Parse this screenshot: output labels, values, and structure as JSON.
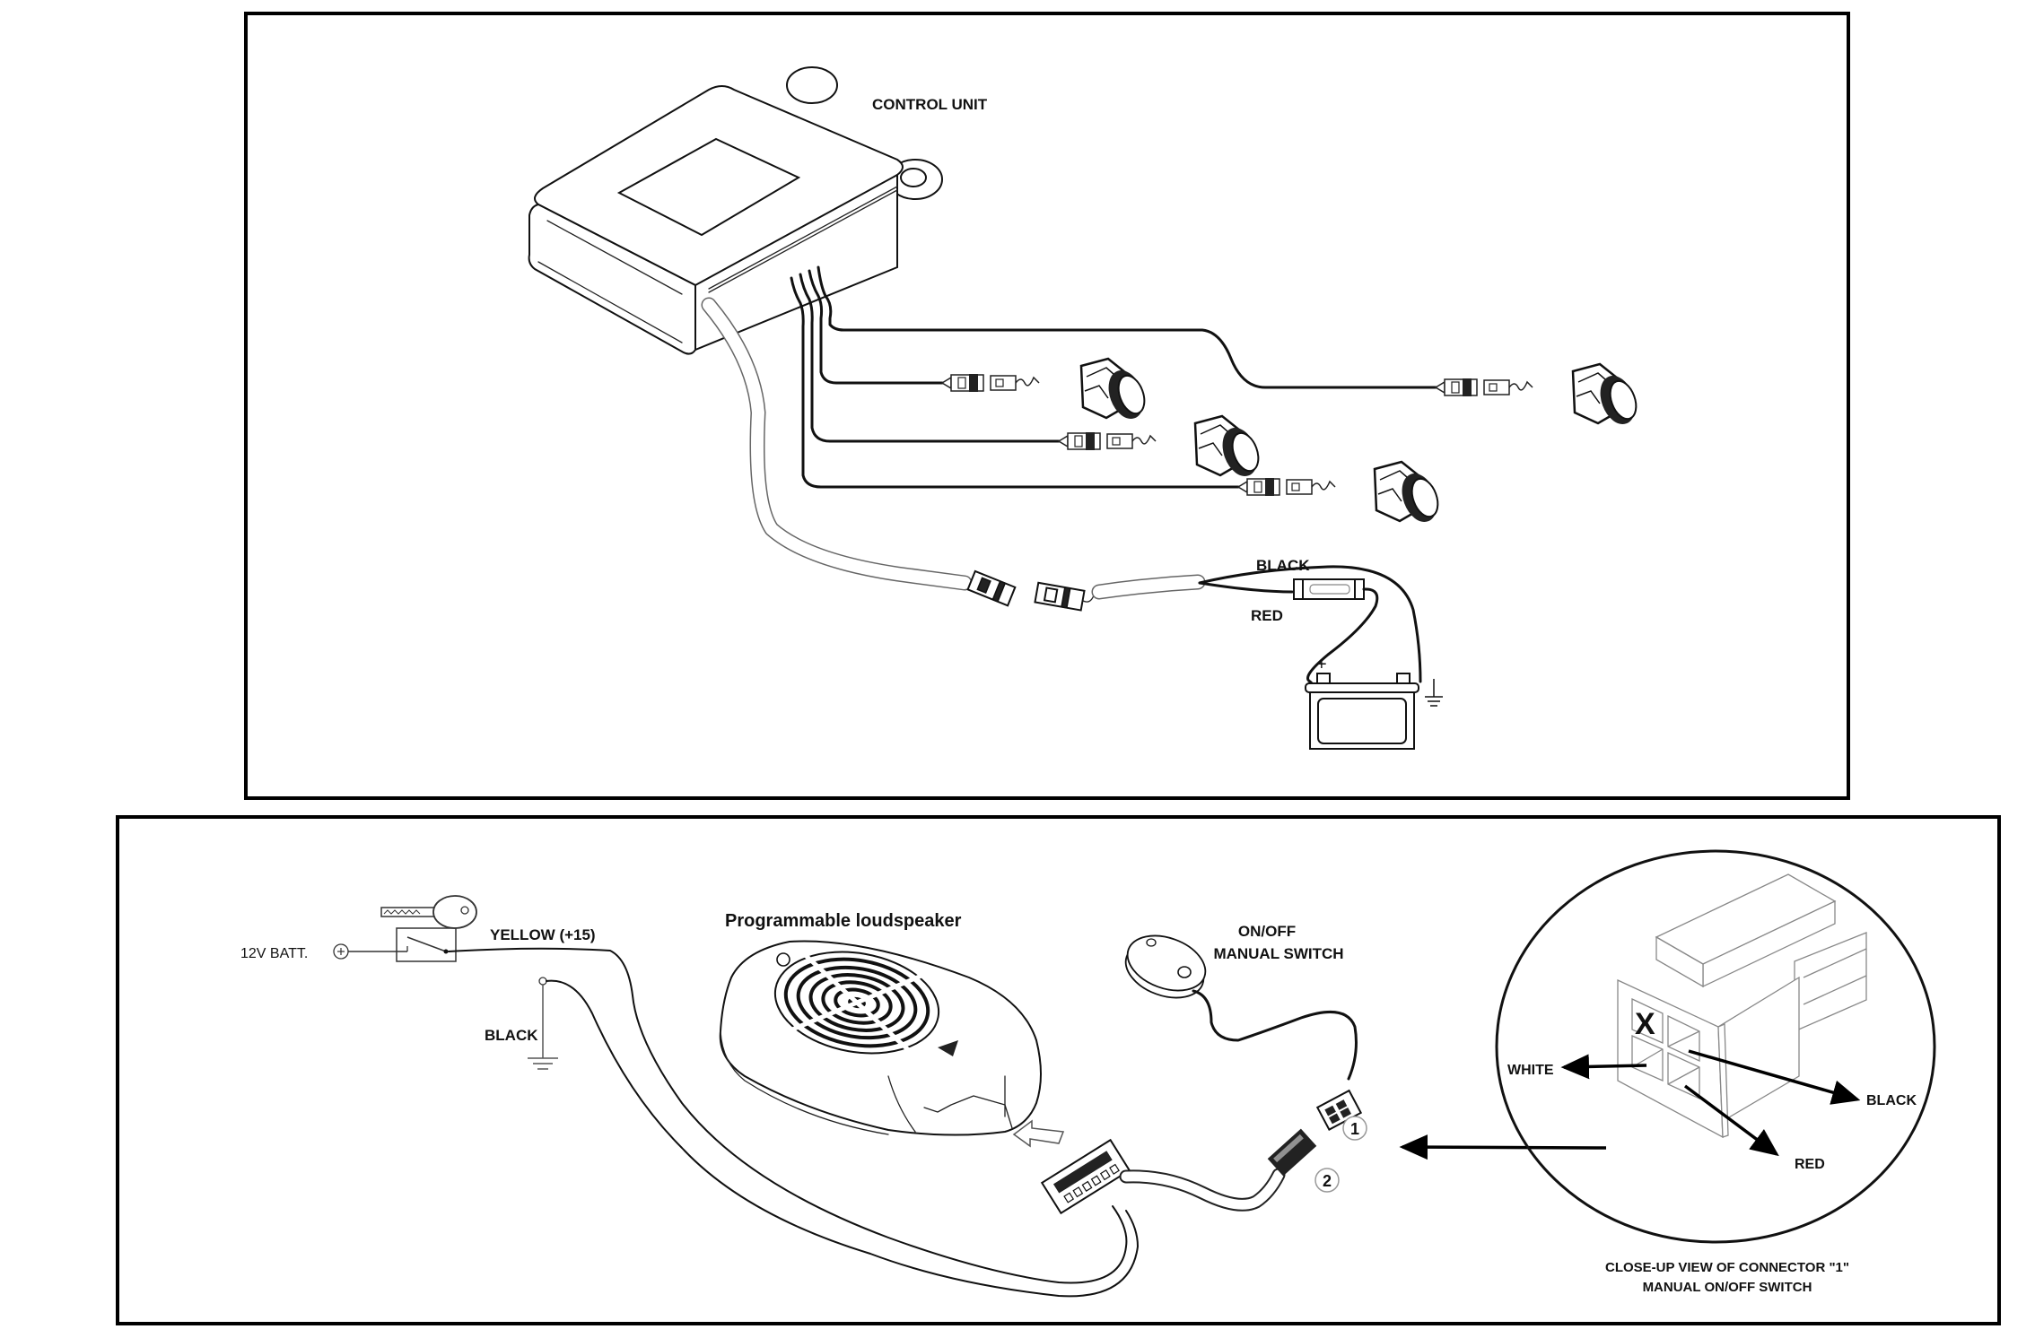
{
  "top_panel": {
    "title": "CONTROL UNIT",
    "sensor_count": 4,
    "power_labels": {
      "black": "BLACK",
      "red": "RED"
    },
    "battery_terminal_plus": "+"
  },
  "bottom_panel": {
    "battery_label": "12V  BATT.",
    "yellow_label": "YELLOW (+15)",
    "ground_label": "BLACK",
    "speaker_title": "Programmable loudspeaker",
    "switch_title_line1": "ON/OFF",
    "switch_title_line2": "MANUAL SWITCH",
    "connector_1": "1",
    "connector_2": "2",
    "closeup": {
      "blocked_pin": "X",
      "white": "WHITE",
      "black": "BLACK",
      "red": "RED",
      "caption_line1": "CLOSE-UP VIEW OF CONNECTOR \"1\"",
      "caption_line2": "MANUAL ON/OFF SWITCH"
    }
  }
}
